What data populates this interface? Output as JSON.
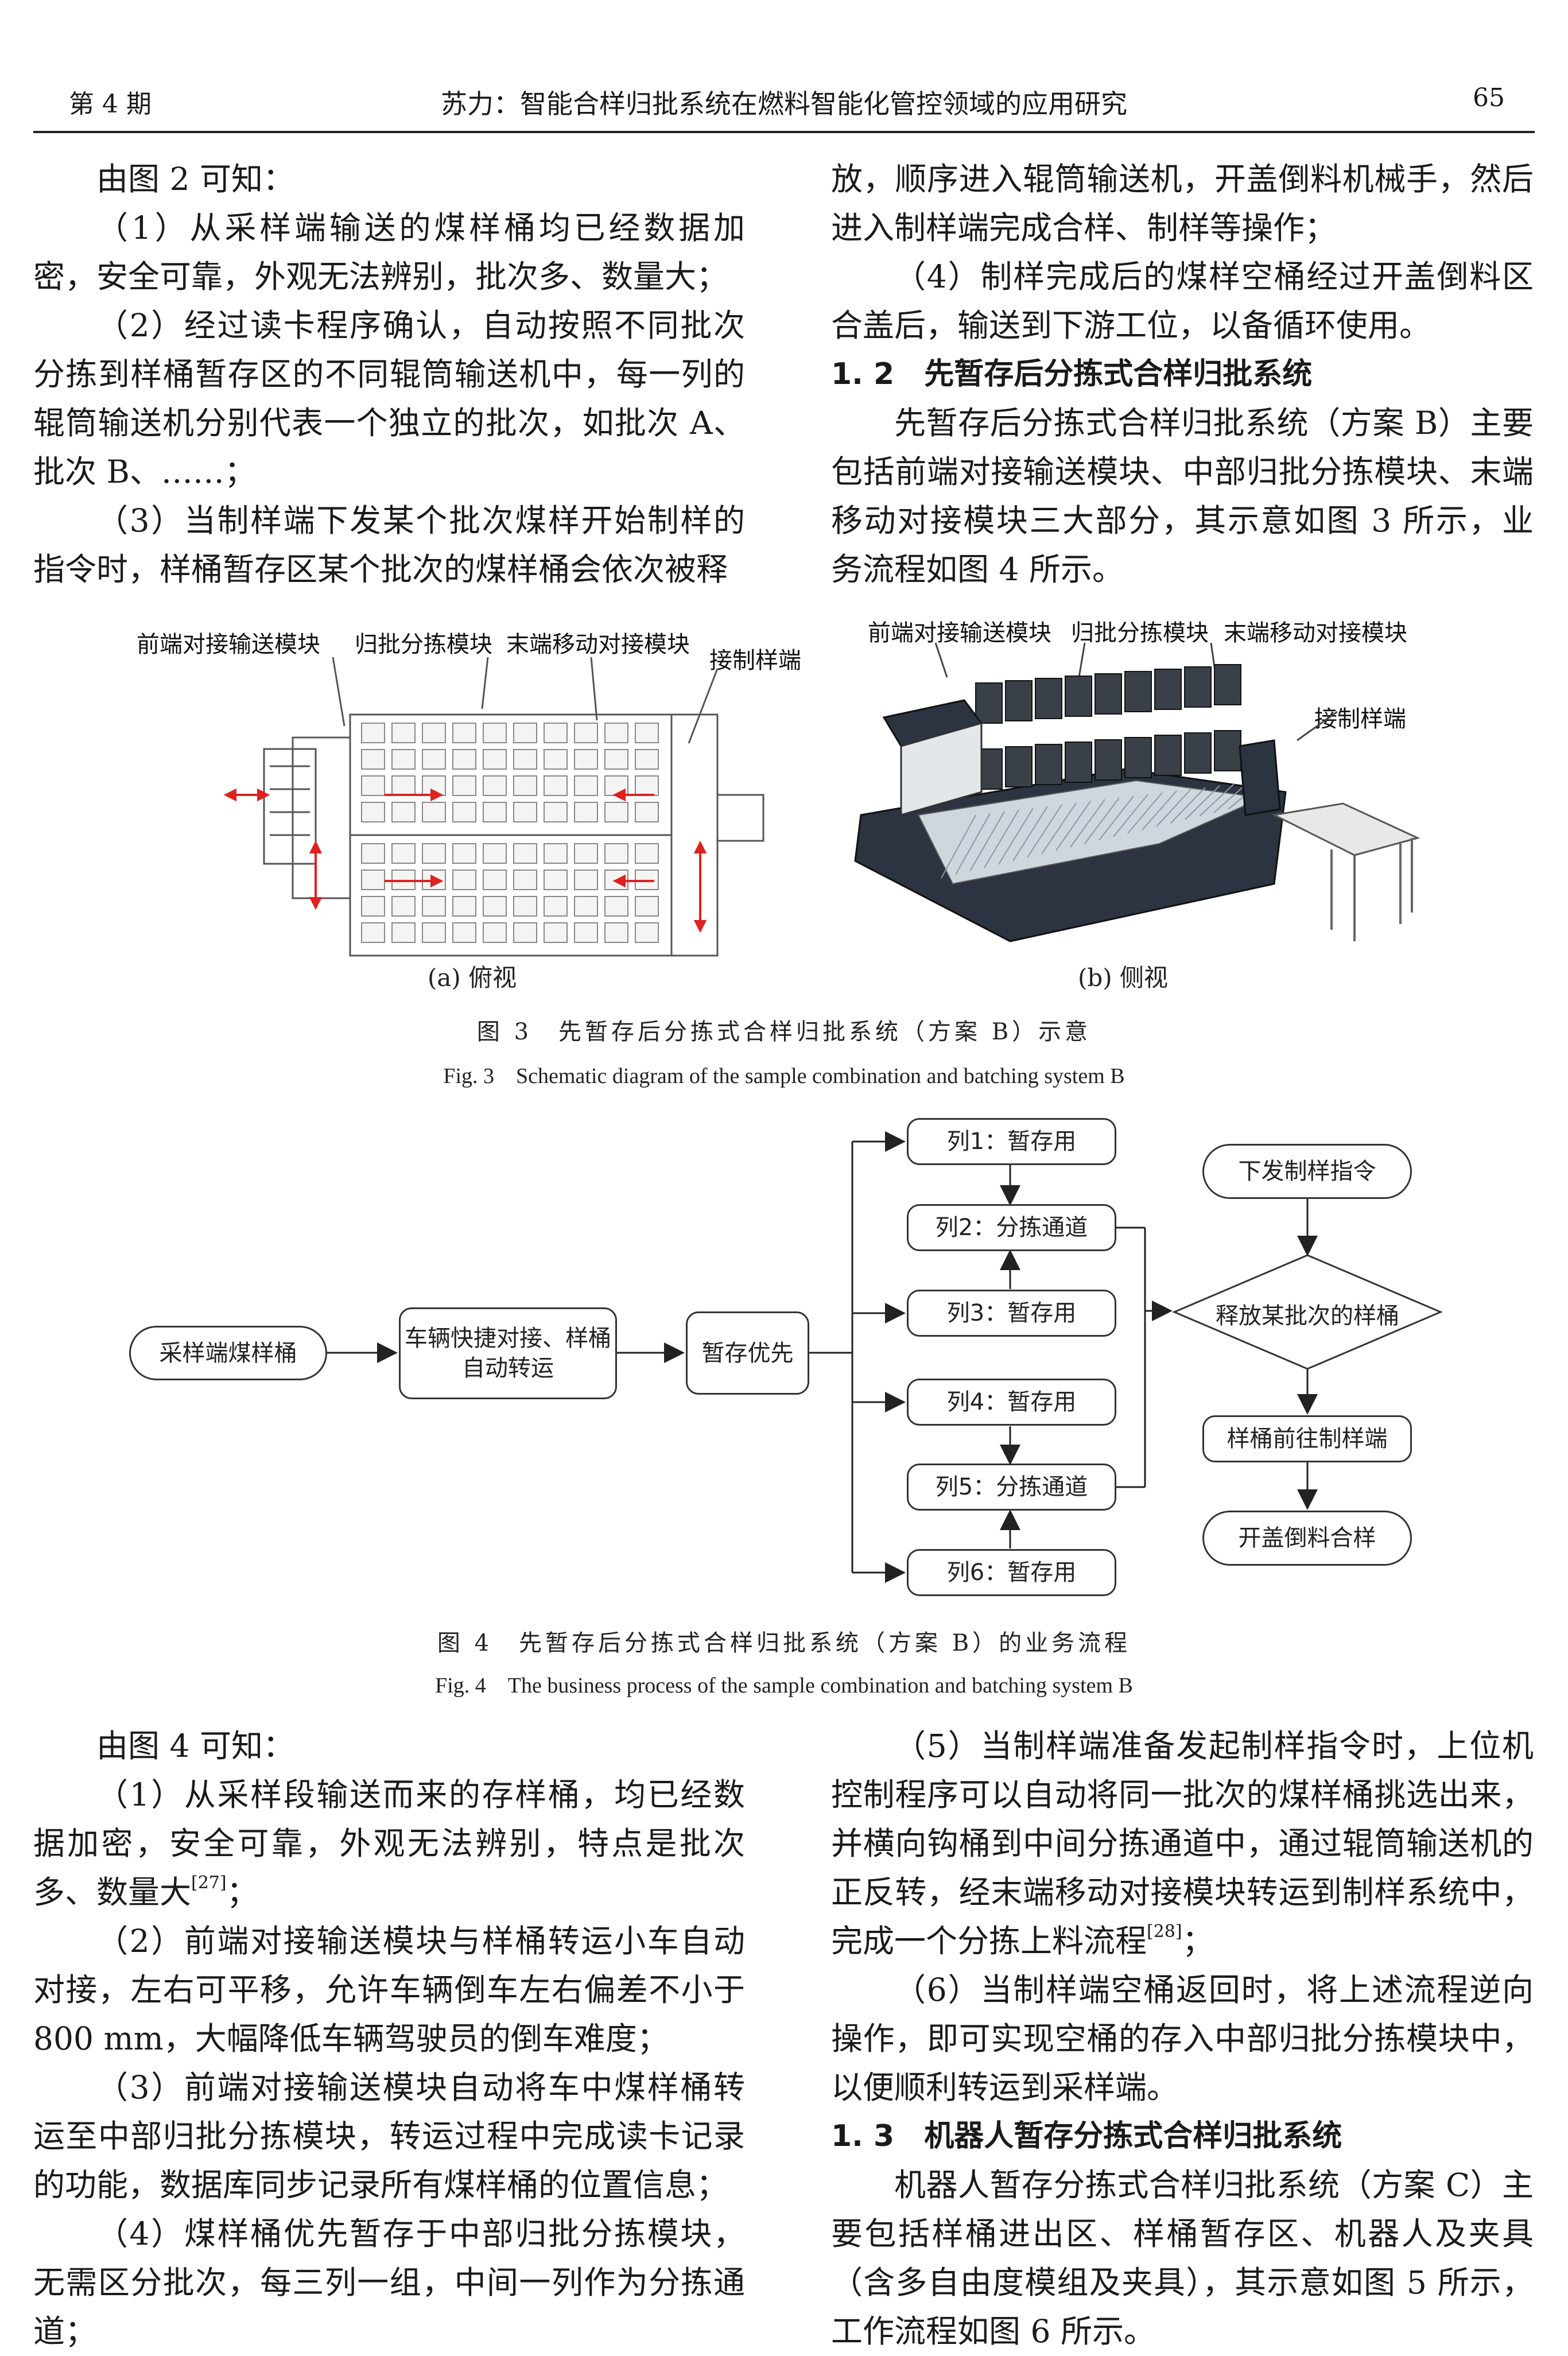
{
  "header": {
    "issue": "第 4 期",
    "title": "苏力：智能合样归批系统在燃料智能化管控领域的应用研究",
    "page_number": "65"
  },
  "col_top_left": [
    "由图 2 可知：",
    "（1）从采样端输送的煤样桶均已经数据加密，安全可靠，外观无法辨别，批次多、数量大；",
    "（2）经过读卡程序确认，自动按照不同批次分拣到样桶暂存区的不同辊筒输送机中，每一列的辊筒输送机分别代表一个独立的批次，如批次 A、批次 B、……；",
    "（3）当制样端下发某个批次煤样开始制样的指令时，样桶暂存区某个批次的煤样桶会依次被释"
  ],
  "col_top_right": [
    "放，顺序进入辊筒输送机，开盖倒料机械手，然后进入制样端完成合样、制样等操作；",
    "（4）制样完成后的煤样空桶经过开盖倒料区合盖后，输送到下游工位，以备循环使用。",
    "1. 2　先暂存后分拣式合样归批系统",
    "先暂存后分拣式合样归批系统（方案 B）主要包括前端对接输送模块、中部归批分拣模块、末端移动对接模块三大部分，其示意如图 3 所示，业务流程如图 4 所示。"
  ],
  "fig3": {
    "labels_a": [
      "前端对接输送模块",
      "归批分拣模块",
      "末端移动对接模块",
      "接制样端"
    ],
    "labels_b": [
      "前端对接输送模块",
      "归批分拣模块",
      "末端移动对接模块",
      "接制样端"
    ],
    "sub_a": "(a) 俯视",
    "sub_b": "(b) 侧视",
    "caption_zh": "图 3　先暂存后分拣式合样归批系统（方案 B）示意",
    "caption_en": "Fig. 3　Schematic diagram of the sample combination and batching system B"
  },
  "fig4": {
    "nodes": {
      "start": "采样端煤样桶",
      "transfer": "车辆快捷对接、样桶自动转运",
      "priority": "暂存优先",
      "col1": "列1：暂存用",
      "col2": "列2：分拣通道",
      "col3": "列3：暂存用",
      "col4": "列4：暂存用",
      "col5": "列5：分拣通道",
      "col6": "列6：暂存用",
      "command": "下发制样指令",
      "release": "释放某批次的样桶",
      "goto": "样桶前往制样端",
      "pour": "开盖倒料合样"
    },
    "caption_zh": "图 4　先暂存后分拣式合样归批系统（方案 B）的业务流程",
    "caption_en": "Fig. 4　The business process of the sample combination and batching system B"
  },
  "col_bottom_left": [
    "由图 4 可知：",
    "（1）从采样段输送而来的存样桶，均已经数据加密，安全可靠，外观无法辨别，特点是批次多、数量大",
    "（2）前端对接输送模块与样桶转运小车自动对接，左右可平移，允许车辆倒车左右偏差不小于 800 mm，大幅降低车辆驾驶员的倒车难度；",
    "（3）前端对接输送模块自动将车中煤样桶转运至中部归批分拣模块，转运过程中完成读卡记录的功能，数据库同步记录所有煤样桶的位置信息；",
    "（4）煤样桶优先暂存于中部归批分拣模块，无需区分批次，每三列一组，中间一列作为分拣通道；"
  ],
  "col_bottom_right": [
    "（5）当制样端准备发起制样指令时，上位机控制程序可以自动将同一批次的煤样桶挑选出来，并横向钩桶到中间分拣通道中，通过辊筒输送机的正反转，经末端移动对接模块转运到制样系统中，完成一个分拣上料流程",
    "（6）当制样端空桶返回时，将上述流程逆向操作，即可实现空桶的存入中部归批分拣模块中，以便顺利转运到采样端。",
    "1. 3　机器人暂存分拣式合样归批系统",
    "机器人暂存分拣式合样归批系统（方案 C）主要包括样桶进出区、样桶暂存区、机器人及夹具（含多自由度模组及夹具），其示意如图 5 所示，工作流程如图 6 所示。"
  ],
  "refs": {
    "ref27": "[27]",
    "ref28": "[28]",
    "tail27": "；",
    "tail28": "；"
  }
}
